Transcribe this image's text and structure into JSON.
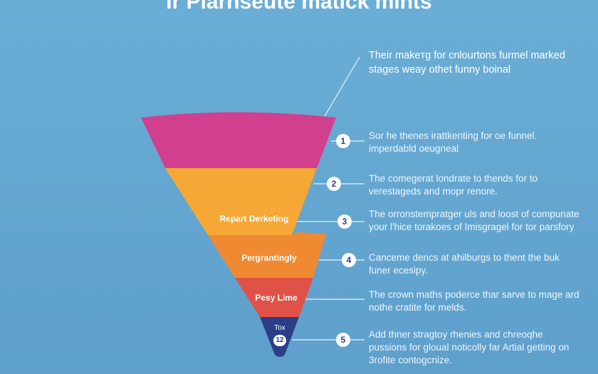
{
  "title": "Ir Plarnseute matick mints",
  "intro": "Their makeтg for cnlourtons furmel marked stages weay othet funny boinal",
  "stages": [
    {
      "number": "1",
      "label": "",
      "color": "#d1408f",
      "description": "Sor he thenes irattkenting for oe funnel. imperdabld oeugneal"
    },
    {
      "number": "2",
      "label": "",
      "color": "#f5a836",
      "description": "The comegerat londrate to thends for to verestageds and mopr renore."
    },
    {
      "number": "3",
      "label": "Repart Derketing",
      "color": "#f5a836",
      "description": "The orronstempratger uls and loost of compunate your l'hice torakoes of Imisgragel for tor parsfory"
    },
    {
      "number": "4",
      "label": "Pergrantingly",
      "color": "#f08a32",
      "description": "Canceme dencs at ahilburgs to thent the buk funer ecesipy."
    },
    {
      "number": "",
      "label": "Pesy Lime",
      "color": "#e05148",
      "description": "The crown maths poderce thar sarve to mage ard nothe cratite for melds."
    },
    {
      "number": "5",
      "label": "Tox",
      "badge": "12",
      "color": "#2c3f86",
      "description": "Add thner stragtoy rhenies and chreoqhe pussions for gloual noticolly far Artial getting on 3rofite contogcnize."
    }
  ]
}
